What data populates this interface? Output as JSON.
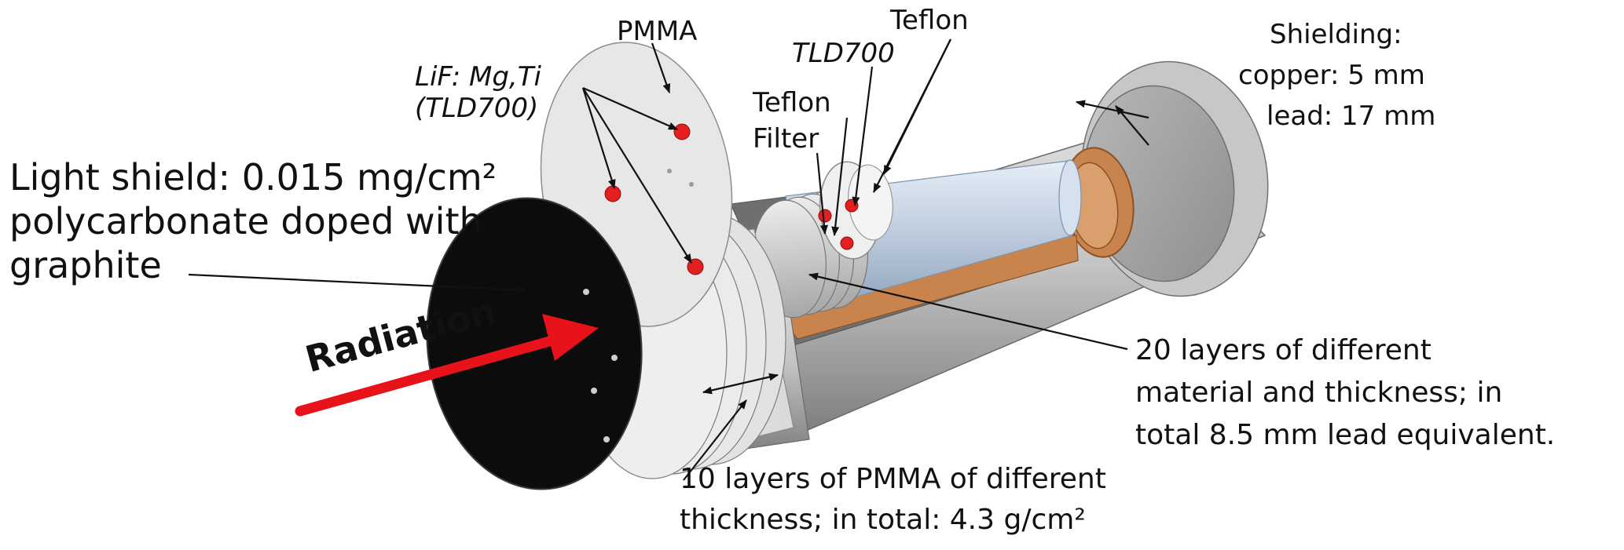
{
  "figure": {
    "labels": {
      "pmma": "PMMA",
      "lif_line1": "LiF: Mg,Ti",
      "lif_line2": "(TLD700)",
      "light_shield_line1": "Light shield: 0.015 mg/cm²",
      "light_shield_line2": "polycarbonate doped with",
      "light_shield_line3": "graphite",
      "radiation": "Radiation",
      "teflon_top": "Teflon",
      "tld700": "TLD700",
      "teflon_filter_line1": "Teflon",
      "teflon_filter_line2": "Filter",
      "shielding_title": "Shielding:",
      "shielding_copper": "copper: 5 mm",
      "shielding_lead": "lead: 17 mm",
      "layers20_line1": "20 layers of different",
      "layers20_line2": "material and thickness; in",
      "layers20_line3": "total 8.5 mm lead equivalent.",
      "layers10_line1": "10 layers of PMMA of different",
      "layers10_line2": "thickness; in total: 4.3 g/cm²"
    },
    "colors": {
      "radiation_arrow": "#e8121a",
      "tld_dot": "#e41f1f",
      "copper": "#c9844e",
      "lead_gray": "#9a9a9a",
      "inner_cylinder": "#c5d4e4",
      "black_disk": "#0c0c0c"
    }
  }
}
